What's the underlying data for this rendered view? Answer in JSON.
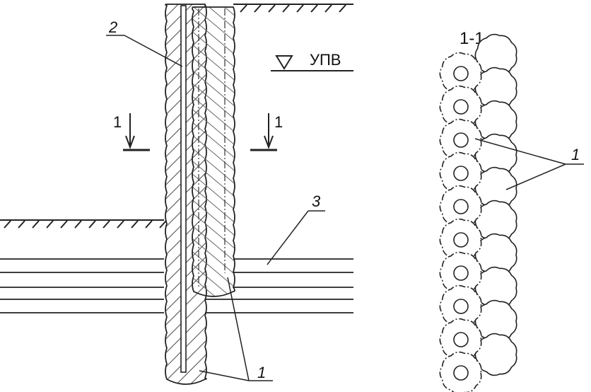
{
  "labels": {
    "section_title": "1-1",
    "water_level": "УПВ",
    "callout_pile": "1",
    "callout_pipe": "2",
    "callout_layers": "3",
    "section_marker_left": "1",
    "section_marker_right": "1",
    "section_callout": "1"
  },
  "colors": {
    "line": "#222222",
    "hatch": "#555555",
    "background": "#ffffff"
  },
  "section_view": {
    "front_row_piles": 10,
    "back_row_piles": 10
  }
}
